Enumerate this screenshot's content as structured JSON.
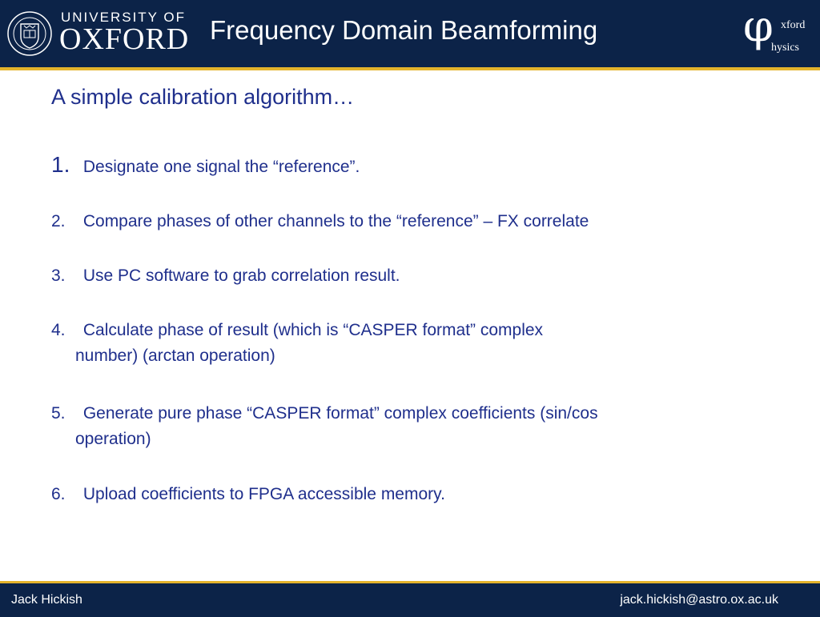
{
  "header": {
    "university_line1": "UNIVERSITY OF",
    "university_line2": "OXFORD",
    "title": "Frequency Domain Beamforming",
    "physics_symbol": "φ",
    "physics_top": "xford",
    "physics_bottom": "hysics",
    "bg_color": "#0c2348",
    "accent_color": "#e4b32c"
  },
  "body": {
    "subtitle": "A simple calibration algorithm…",
    "items": [
      {
        "num": "1.",
        "text": "Designate one signal the “reference”.",
        "cont": ""
      },
      {
        "num": "2.",
        "text": "Compare phases of other channels to the “reference” – FX correlate",
        "cont": ""
      },
      {
        "num": "3.",
        "text": "Use PC software to grab correlation result.",
        "cont": ""
      },
      {
        "num": "4.",
        "text": "Calculate phase of result (which is “CASPER format” complex",
        "cont": "number) (arctan operation)"
      },
      {
        "num": "5.",
        "text": "Generate pure phase “CASPER format” complex coefficients (sin/cos",
        "cont": "operation)"
      },
      {
        "num": "6.",
        "text": "Upload coefficients to FPGA accessible memory.",
        "cont": ""
      }
    ],
    "text_color": "#1f2f8c"
  },
  "footer": {
    "author": "Jack Hickish",
    "email": "jack.hickish@astro.ox.ac.uk"
  }
}
